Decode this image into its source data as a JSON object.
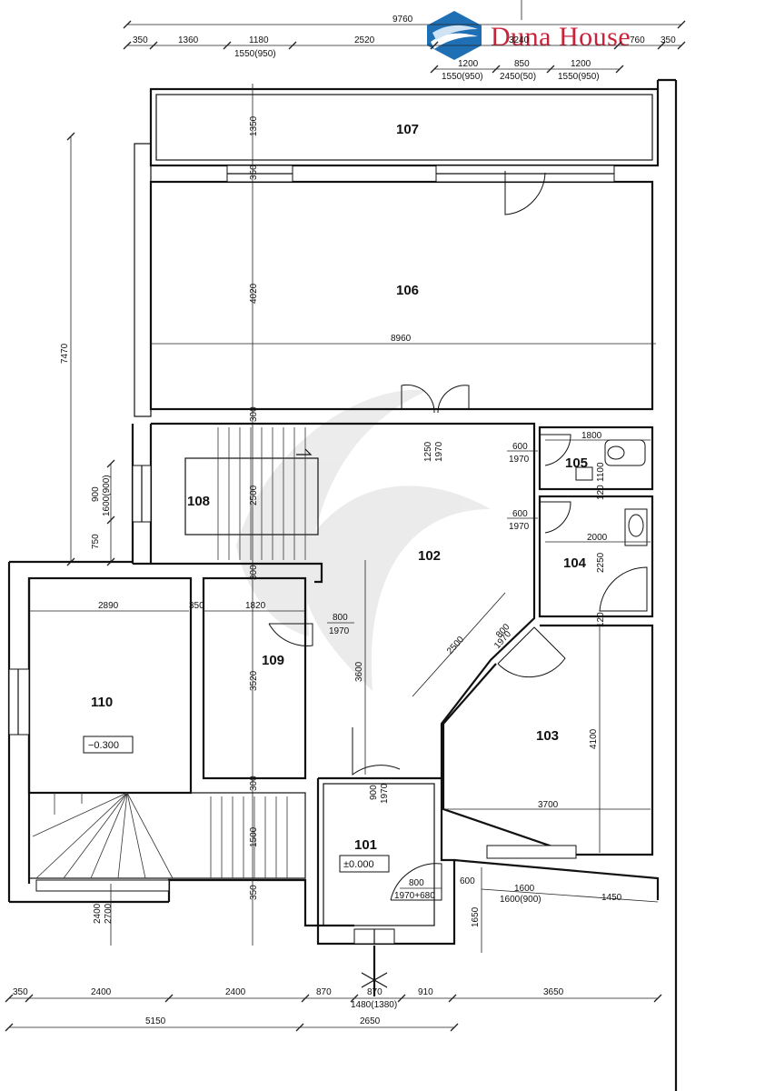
{
  "logo": {
    "text": "Duna House",
    "brand_color": "#c8233b",
    "accent_color": "#1f6fb5"
  },
  "rooms": [
    {
      "id": "107"
    },
    {
      "id": "106"
    },
    {
      "id": "108"
    },
    {
      "id": "102"
    },
    {
      "id": "105"
    },
    {
      "id": "104"
    },
    {
      "id": "109"
    },
    {
      "id": "110"
    },
    {
      "id": "103"
    },
    {
      "id": "101"
    }
  ],
  "levels": {
    "room_110": "−0.300",
    "room_101": "±0.000"
  },
  "dimensions": {
    "top_total": "9760",
    "top_row": [
      "350",
      "1360",
      "1180",
      "2520",
      "3240",
      "760",
      "350"
    ],
    "top_sub": "1550(950)",
    "top_right_row": [
      "1200",
      "850",
      "1200"
    ],
    "top_right_sub": [
      "1550(950)",
      "2450(50)",
      "1550(950)"
    ],
    "left_total": "7470",
    "left_900": "900",
    "left_1600": "1600(900)",
    "left_750": "750",
    "h_1350": "1350",
    "h_350a": "350",
    "h_4020": "4020",
    "w_8960": "8960",
    "h_300a": "300",
    "door_1250": "1250",
    "door_1970a": "1970",
    "d_600a": "600",
    "d_1970b": "1970",
    "w_1800": "1800",
    "h_1100": "1100",
    "h_120a": "120",
    "d_600b": "600",
    "d_1970c": "1970",
    "w_2000": "2000",
    "h_2250": "2250",
    "h_120b": "120",
    "h_2500": "2500",
    "h_300b": "300",
    "w_2890": "2890",
    "w_350b": "350",
    "w_1820": "1820",
    "d_800a": "800",
    "d_1970d": "1970",
    "h_3520": "3520",
    "h_3600": "3600",
    "diag_2500": "2500",
    "d_800b": "800",
    "d_1970e": "1970",
    "h_4100": "4100",
    "w_3700": "3700",
    "h_300c": "300",
    "d_900": "900",
    "d_1970f": "1970",
    "h_1500": "1500",
    "d_800c": "800",
    "d_1970_680": "1970+680",
    "d_600c": "600",
    "w_1600b": "1600",
    "w_1600_900": "1600(900)",
    "h_1650": "1650",
    "w_1450": "1450",
    "h_350c": "350",
    "h_2400": "2400",
    "h_2700": "2700",
    "bottom_row": [
      "350",
      "2400",
      "2400",
      "870",
      "870",
      "910",
      "3650"
    ],
    "bottom_sub": "1480(1380)",
    "bottom_total_row": [
      "5150",
      "2650"
    ]
  }
}
